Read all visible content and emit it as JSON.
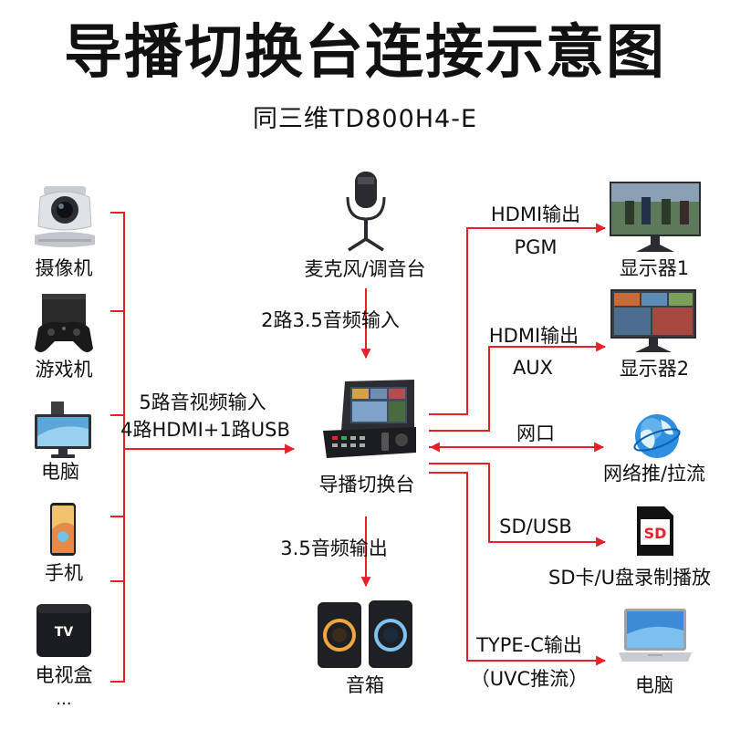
{
  "title": "导播切换台连接示意图",
  "subtitle": "同三维TD800H4-E",
  "colors": {
    "line": "#e8202a",
    "text": "#111111"
  },
  "inputs": {
    "devices": [
      {
        "label": "摄像机",
        "icon": "ptz-camera-icon"
      },
      {
        "label": "游戏机",
        "icon": "game-console-icon"
      },
      {
        "label": "电脑",
        "icon": "all-in-one-pc-icon"
      },
      {
        "label": "手机",
        "icon": "smartphone-icon"
      },
      {
        "label": "电视盒",
        "icon": "tv-box-icon"
      }
    ],
    "more": "...",
    "link_line1": "5路音视频输入",
    "link_line2": "4路HDMI+1路USB"
  },
  "audio_in": {
    "device_label": "麦克风/调音台",
    "icon": "microphone-icon",
    "link_label": "2路3.5音频输入"
  },
  "switcher": {
    "label": "导播切换台",
    "icon": "video-switcher-icon"
  },
  "audio_out": {
    "link_label": "3.5音频输出",
    "device_label": "音箱",
    "icon": "speaker-icon"
  },
  "outputs": [
    {
      "link_top": "HDMI输出",
      "link_bottom": "PGM",
      "device_label": "显示器1",
      "icon": "monitor-icon"
    },
    {
      "link_top": "HDMI输出",
      "link_bottom": "AUX",
      "device_label": "显示器2",
      "icon": "monitor-icon"
    },
    {
      "link_top": "网口",
      "link_bottom": "",
      "device_label": "网络推/拉流",
      "icon": "globe-icon"
    },
    {
      "link_top": "SD/USB",
      "link_bottom": "",
      "device_label": "SD卡/U盘录制播放",
      "icon": "sd-card-icon",
      "card_text": "SD"
    },
    {
      "link_top": "TYPE-C输出",
      "link_bottom": "（UVC推流）",
      "device_label": "电脑",
      "icon": "laptop-icon"
    }
  ]
}
